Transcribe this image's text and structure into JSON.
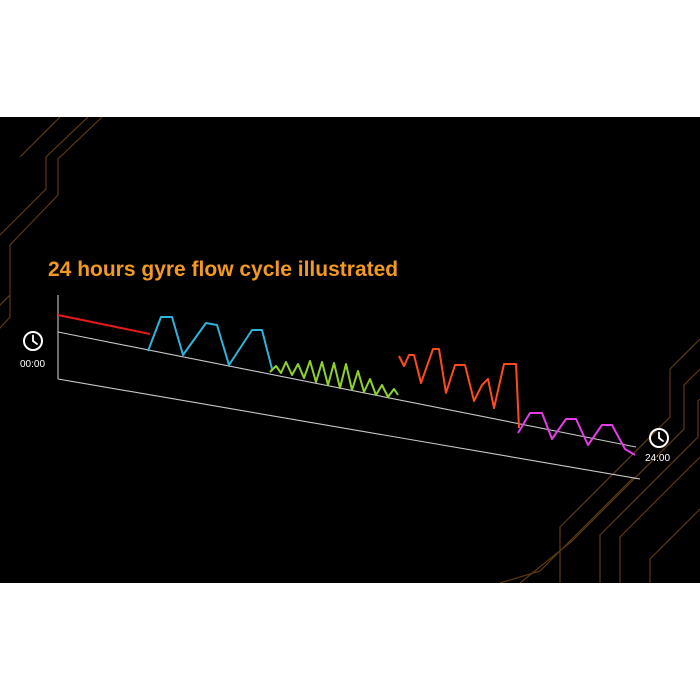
{
  "title": "24 hours gyre flow cycle illustrated",
  "start_time": "00:00",
  "end_time": "24:00",
  "colors": {
    "background": "#000000",
    "title": "#f39a1e",
    "circuit_lines": "#5e3a10",
    "axes": "#c8c8c8",
    "segment_1": "#e41b1b",
    "segment_2": "#2fb4dc",
    "segment_3": "#8fd22a",
    "segment_4": "#ff4a20",
    "segment_5": "#e43ce6"
  },
  "icons": {
    "start": "clock-icon",
    "end": "clock-icon"
  }
}
